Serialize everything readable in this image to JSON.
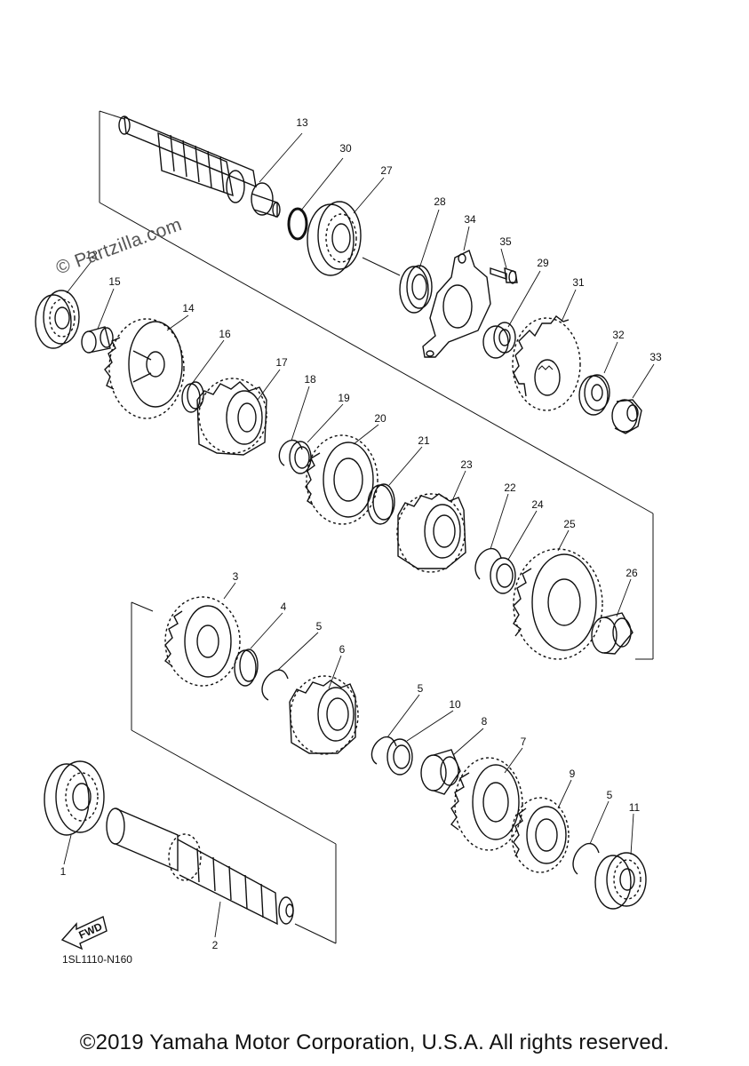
{
  "watermark": "© Partzilla.com",
  "fwd_label": "FWD",
  "diagram_code": "1SL1110-N160",
  "copyright": "©2019 Yamaha Motor Corporation, U.S.A. All rights reserved.",
  "callouts": [
    {
      "id": "13",
      "label": "13"
    },
    {
      "id": "30",
      "label": "30"
    },
    {
      "id": "27",
      "label": "27"
    },
    {
      "id": "28",
      "label": "28"
    },
    {
      "id": "34",
      "label": "34"
    },
    {
      "id": "35",
      "label": "35"
    },
    {
      "id": "29",
      "label": "29"
    },
    {
      "id": "31",
      "label": "31"
    },
    {
      "id": "32",
      "label": "32"
    },
    {
      "id": "33",
      "label": "33"
    },
    {
      "id": "12",
      "label": "12"
    },
    {
      "id": "15",
      "label": "15"
    },
    {
      "id": "14",
      "label": "14"
    },
    {
      "id": "16",
      "label": "16"
    },
    {
      "id": "17",
      "label": "17"
    },
    {
      "id": "18",
      "label": "18"
    },
    {
      "id": "19",
      "label": "19"
    },
    {
      "id": "20",
      "label": "20"
    },
    {
      "id": "21",
      "label": "21"
    },
    {
      "id": "23",
      "label": "23"
    },
    {
      "id": "22",
      "label": "22"
    },
    {
      "id": "24",
      "label": "24"
    },
    {
      "id": "25",
      "label": "25"
    },
    {
      "id": "26",
      "label": "26"
    },
    {
      "id": "3",
      "label": "3"
    },
    {
      "id": "4",
      "label": "4"
    },
    {
      "id": "5a",
      "label": "5"
    },
    {
      "id": "6",
      "label": "6"
    },
    {
      "id": "5b",
      "label": "5"
    },
    {
      "id": "10",
      "label": "10"
    },
    {
      "id": "8",
      "label": "8"
    },
    {
      "id": "7",
      "label": "7"
    },
    {
      "id": "9",
      "label": "9"
    },
    {
      "id": "5c",
      "label": "5"
    },
    {
      "id": "11",
      "label": "11"
    },
    {
      "id": "1",
      "label": "1"
    },
    {
      "id": "2",
      "label": "2"
    }
  ]
}
